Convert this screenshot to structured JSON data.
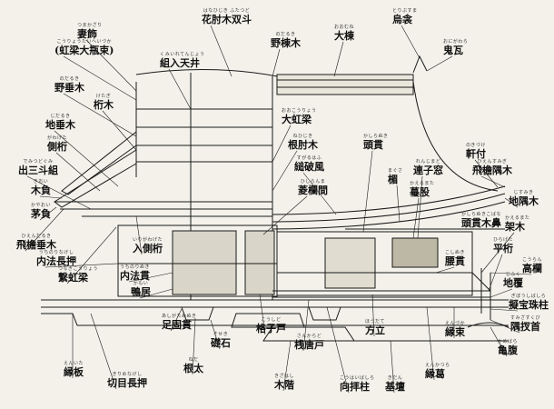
{
  "labels": [
    {
      "id": "tsumakazari",
      "kana": "つまかざり",
      "text": "妻飾"
    },
    {
      "id": "tsumakazari-sub",
      "kana": "こうりょうたいへいづか",
      "text": "(虹梁大瓶束)"
    },
    {
      "id": "hanahijiki",
      "kana": "はなひじき ふたつど",
      "text": "花肘木双斗"
    },
    {
      "id": "nodaruki",
      "kana": "のだるき",
      "text": "野棟木"
    },
    {
      "id": "omune",
      "kana": "おおむね",
      "text": "大棟"
    },
    {
      "id": "karasubusuma",
      "kana": "とりぶすま",
      "text": "烏衾"
    },
    {
      "id": "onigawara",
      "kana": "おにがわら",
      "text": "鬼瓦"
    },
    {
      "id": "kumiiretenjo",
      "kana": "くみいれてんじょう",
      "text": "組入天井"
    },
    {
      "id": "nodaruki2",
      "kana": "のだるき",
      "text": "野垂木"
    },
    {
      "id": "keta",
      "kana": "けたぎ",
      "text": "桁木"
    },
    {
      "id": "odairyo",
      "kana": "おおこうりょう",
      "text": "大虹梁"
    },
    {
      "id": "jidaruki",
      "kana": "じだるき",
      "text": "地垂木"
    },
    {
      "id": "nehijiki",
      "kana": "ねひじき",
      "text": "根肘木"
    },
    {
      "id": "kashiranuki",
      "kana": "かしらぬき",
      "text": "頭貫"
    },
    {
      "id": "gawageta",
      "kana": "がわげた",
      "text": "側桁"
    },
    {
      "id": "enhafu",
      "kana": "すがるはふ",
      "text": "縋破風"
    },
    {
      "id": "noki",
      "kana": "のきづけ",
      "text": "軒付"
    },
    {
      "id": "renjimado",
      "kana": "れんじまど",
      "text": "連子窓"
    },
    {
      "id": "hien-sumiki",
      "kana": "ひえんすみぎ",
      "text": "飛檐隅木"
    },
    {
      "id": "demitsudo",
      "kana": "でみつどぐみ",
      "text": "出三斗組"
    },
    {
      "id": "hishiranma",
      "kana": "ひしらんま",
      "text": "菱欄間"
    },
    {
      "id": "taruki-oi",
      "kana": "まぐさ",
      "text": "楣"
    },
    {
      "id": "kaerumata",
      "kana": "かえるまた",
      "text": "蟇股"
    },
    {
      "id": "kioi",
      "kana": "きおい",
      "text": "木負"
    },
    {
      "id": "jisumiki",
      "kana": "じすみき",
      "text": "地隅木"
    },
    {
      "id": "kayaoi",
      "kana": "かやおい",
      "text": "茅負"
    },
    {
      "id": "kashiranukibana",
      "kana": "かしらぬきこばな",
      "text": "頭貫木鼻"
    },
    {
      "id": "hien-daruki",
      "kana": "ひえんだるき",
      "text": "飛檐垂木"
    },
    {
      "id": "irigawaketa",
      "kana": "いりがわげた",
      "text": "入側桁"
    },
    {
      "id": "kaerumata2",
      "kana": "かえるまた",
      "text": "架木"
    },
    {
      "id": "uchinorinageshi",
      "kana": "うちのりなげし",
      "text": "内法長押"
    },
    {
      "id": "koshinuki",
      "kana": "こしぬき",
      "text": "腰貫"
    },
    {
      "id": "hiraketa",
      "kana": "ひらげた",
      "text": "平桁"
    },
    {
      "id": "koran",
      "kana": "こうらん",
      "text": "高欄"
    },
    {
      "id": "tsunagikoryo",
      "kana": "つなぎこうりょう",
      "text": "繋虹梁"
    },
    {
      "id": "uchinorinuki",
      "kana": "うちのりぬき",
      "text": "内法貫"
    },
    {
      "id": "jifuku",
      "kana": "じふく",
      "text": "地覆"
    },
    {
      "id": "kamoi",
      "kana": "かもい",
      "text": "鴨居"
    },
    {
      "id": "gibooshi",
      "kana": "ぎぼうしばしら",
      "text": "擬宝珠柱"
    },
    {
      "id": "sumisasukubi",
      "kana": "すみざすくび",
      "text": "隅扠首"
    },
    {
      "id": "ashigatamenuki",
      "kana": "あしがためぬき",
      "text": "足固貫"
    },
    {
      "id": "soseki",
      "kana": "そせき",
      "text": "礎石"
    },
    {
      "id": "koshido",
      "kana": "こうしど",
      "text": "格子戸"
    },
    {
      "id": "sankarado",
      "kana": "さんからど",
      "text": "桟唐戸"
    },
    {
      "id": "hoshokudai",
      "kana": "ほうだて",
      "text": "方立"
    },
    {
      "id": "enzuka",
      "kana": "えんづか",
      "text": "縁束"
    },
    {
      "id": "kamebara",
      "kana": "かめばら",
      "text": "亀腹"
    },
    {
      "id": "engawa",
      "kana": "えんいた",
      "text": "縁板"
    },
    {
      "id": "neda",
      "kana": "ねだ",
      "text": "根太"
    },
    {
      "id": "kikaidan",
      "kana": "きざはし",
      "text": "木階"
    },
    {
      "id": "enkatsura",
      "kana": "えんかつら",
      "text": "縁葛"
    },
    {
      "id": "kirime",
      "kana": "きりめなげし",
      "text": "切目長押"
    },
    {
      "id": "kohaibashira",
      "kana": "こうはいばしら",
      "text": "向拝柱"
    },
    {
      "id": "kidan",
      "kana": "きだん",
      "text": "基壇"
    }
  ]
}
